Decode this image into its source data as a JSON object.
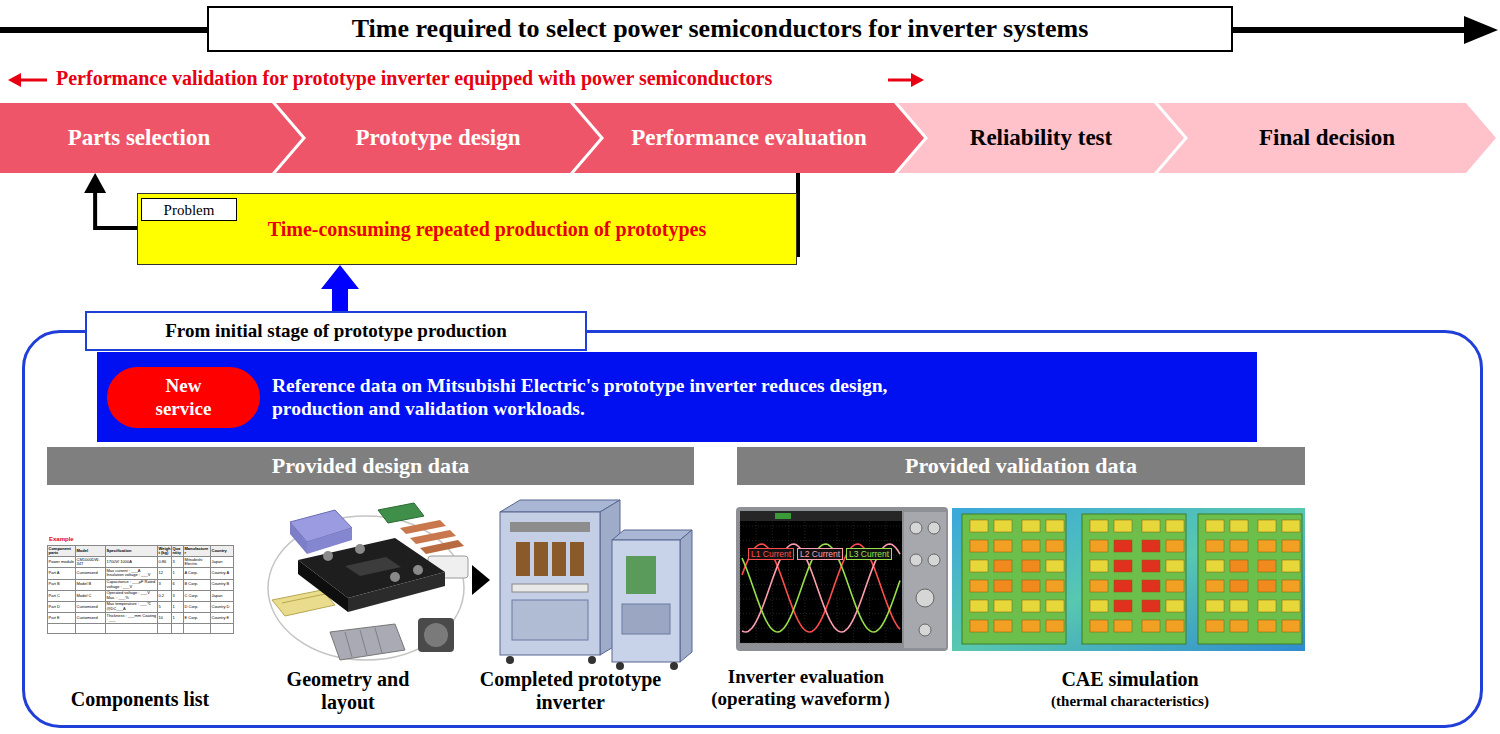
{
  "diagram": {
    "title": "Time required to select power semiconductors for inverter systems",
    "nodes": [
      {
        "text": [
          "Parts selection"
        ]
      },
      {
        "text": [
          "Prototype design"
        ]
      },
      {
        "text": [
          "Performance evaluation"
        ]
      },
      {
        "text": [
          "Reliability test"
        ]
      },
      {
        "text": [
          "Final decision"
        ]
      },
      {
        "text": [
          "Time-consuming repeated production of prototypes"
        ]
      },
      {
        "text": [
          "Problem"
        ],
        "in": 5
      },
      {
        "text": [
          "From initial stage of prototype production"
        ]
      },
      {
        "text": [
          "Reference data on Mitsubishi Electric's prototype inverter reduces design, production and validation workloads."
        ],
        "in": 7
      },
      {
        "text": [
          "New service"
        ],
        "in": 8
      },
      {
        "text": [
          "Provided design data"
        ],
        "in": 7
      },
      {
        "text": [
          "Provided validation data"
        ],
        "in": 7
      }
    ],
    "edges": [
      {
        "from": 2,
        "to": 0,
        "arrow": "to"
      },
      {
        "from": 7,
        "to": 5,
        "arrow": "to"
      }
    ],
    "labels": [
      "Performance validation for prototype inverter equipped with power semiconductors",
      "Example",
      "Component parts",
      "Model",
      "Specification",
      "Weight (kg)",
      "Quantity",
      "Manufacturer",
      "Country",
      "Power module",
      "CM1000DW-34T",
      "1700V/ 1000A",
      "0.86",
      "3",
      "Mitsubishi Electric",
      "Japan",
      "Part A",
      "Customized",
      "Max current : ___A Insulation voltage : ___V",
      "12",
      "1",
      "A Corp.",
      "Country A",
      "Part B",
      "Model B",
      "Capacitance : ___μF Rated voltage : ___V",
      "3",
      "6",
      "B Corp.",
      "Country B",
      "Part C",
      "Model C",
      "Operated voltage : ___V Max. : ___%",
      "0.2",
      "3",
      "C Corp.",
      "Japan",
      "Part D",
      "Customized",
      "Max temperature : ___℃ @DC___A",
      "5",
      "1",
      "D Corp.",
      "Country D",
      "Part E",
      "Customized",
      "Thickness : ___mm Coating : ___",
      "10",
      "1",
      "E Corp.",
      "Country E",
      "L1 Current",
      "L2 Current",
      "L3 Current",
      "Components list",
      "Geometry and layout",
      "Completed prototype inverter",
      "Inverter evaluation (operating waveform）",
      "CAE simulation",
      "(thermal characteristics)"
    ]
  }
}
